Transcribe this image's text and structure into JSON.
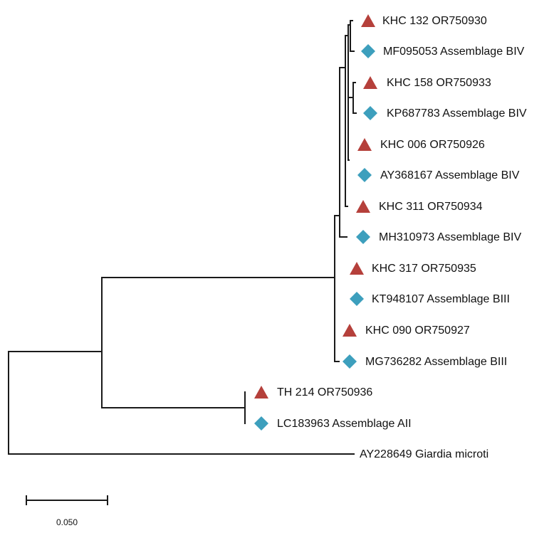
{
  "colors": {
    "triangle": "#b5403b",
    "diamond": "#3d9fbd",
    "branch": "#1a1a1a"
  },
  "tree": {
    "leaves": [
      {
        "label": "KHC 132 OR750930",
        "marker": "triangle"
      },
      {
        "label": "MF095053 Assemblage BIV",
        "marker": "diamond"
      },
      {
        "label": "KHC 158 OR750933",
        "marker": "triangle"
      },
      {
        "label": "KP687783 Assemblage BIV",
        "marker": "diamond"
      },
      {
        "label": "KHC 006 OR750926",
        "marker": "triangle"
      },
      {
        "label": "AY368167 Assemblage BIV",
        "marker": "diamond"
      },
      {
        "label": "KHC 311 OR750934",
        "marker": "triangle"
      },
      {
        "label": "MH310973 Assemblage BIV",
        "marker": "diamond"
      },
      {
        "label": "KHC 317 OR750935",
        "marker": "triangle"
      },
      {
        "label": "KT948107 Assemblage BIII",
        "marker": "diamond"
      },
      {
        "label": "KHC 090 OR750927",
        "marker": "triangle"
      },
      {
        "label": "MG736282 Assemblage BIII",
        "marker": "diamond"
      },
      {
        "label": "TH 214 OR750936",
        "marker": "triangle"
      },
      {
        "label": "LC183963 Assemblage AII",
        "marker": "diamond"
      },
      {
        "label": "AY228649 Giardia microti",
        "marker": "none"
      }
    ]
  },
  "scale_bar": {
    "value": 0.05,
    "label": "0.050"
  }
}
